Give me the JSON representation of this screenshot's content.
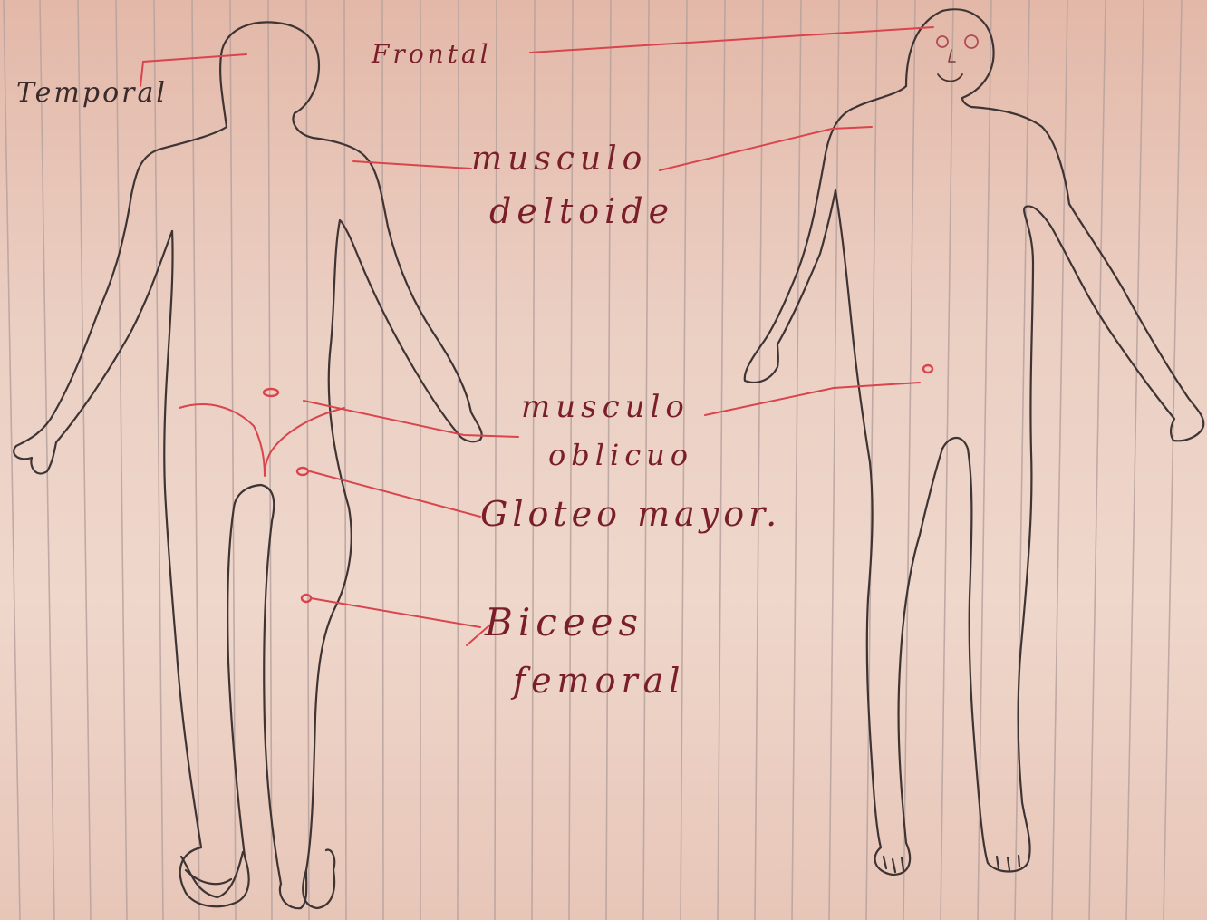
{
  "diagram": {
    "colors": {
      "paper": "#ecd0c4",
      "rule_line": "#b9a4a0",
      "pencil": "#4a3d3d",
      "red_ink": "#d8404a",
      "text_ink": "#7a1f2a"
    },
    "labels": {
      "temporal": "Temporal",
      "frontal": "Frontal",
      "deltoid_line1": "musculo",
      "deltoid_line2": "deltoide",
      "oblique_line1": "musculo",
      "oblique_line2": "oblicuo",
      "gluteus": "Gloteo mayor.",
      "biceps_line1": "Bicees",
      "biceps_line2": "femoral"
    }
  }
}
